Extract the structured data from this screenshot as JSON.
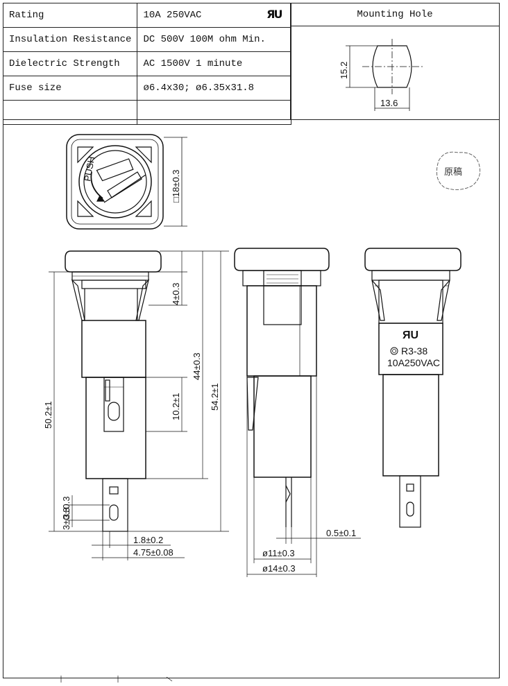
{
  "specs": [
    {
      "label": "Rating",
      "value": "10A 250VAC"
    },
    {
      "label": "Insulation Resistance",
      "value": "DC 500V 100M ohm Min."
    },
    {
      "label": "Dielectric Strength",
      "value": "AC 1500V 1 minute"
    },
    {
      "label": "Fuse size",
      "value": "ø6.4x30; ø6.35x31.8"
    },
    {
      "label": "",
      "value": ""
    }
  ],
  "mounting_hole": {
    "title": "Mounting Hole",
    "height": "15.2",
    "width": "13.6"
  },
  "ul_mark": "ЯU",
  "front_view": {
    "push_label": "PUSH",
    "square_dim": "□18±0.3"
  },
  "stamp": "原稿",
  "dims": {
    "d4": "4±0.3",
    "d44": "44±0.3",
    "d54": "54.2±1",
    "d50": "50.2±1",
    "d10": "10.2±1",
    "d3a": "3±0.3",
    "d3b": "3±0.3",
    "d18": "1.8±0.2",
    "d475": "4.75±0.08",
    "d05": "0.5±0.1",
    "d11": "ø11±0.3",
    "d14": "ø14±0.3"
  },
  "label_side": {
    "cert": "R3-38",
    "rating": "10A250VAC"
  }
}
